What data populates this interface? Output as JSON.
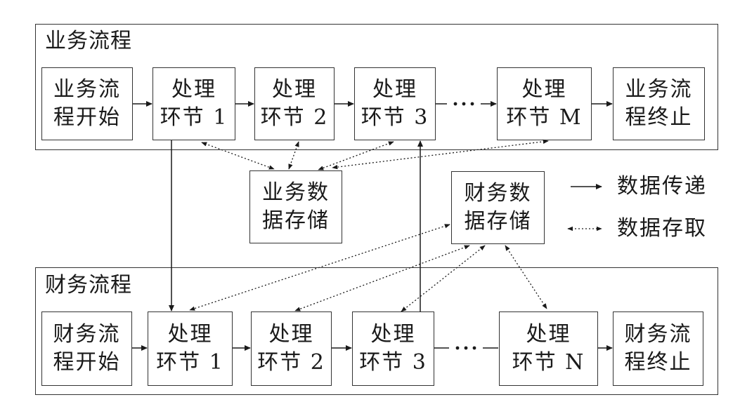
{
  "business": {
    "title": "业务流程",
    "start": [
      "业务流",
      "程开始"
    ],
    "step1": [
      "处理",
      "环节 1"
    ],
    "step2": [
      "处理",
      "环节 2"
    ],
    "step3": [
      "处理",
      "环节 3"
    ],
    "stepM": [
      "处理",
      "环节 M"
    ],
    "end": [
      "业务流",
      "程终止"
    ]
  },
  "finance": {
    "title": "财务流程",
    "start": [
      "财务流",
      "程开始"
    ],
    "step1": [
      "处理",
      "环节 1"
    ],
    "step2": [
      "处理",
      "环节 2"
    ],
    "step3": [
      "处理",
      "环节 3"
    ],
    "stepN": [
      "处理",
      "环节 N"
    ],
    "end": [
      "财务流",
      "程终止"
    ]
  },
  "stores": {
    "business": [
      "业务数",
      "据存储"
    ],
    "finance": [
      "财务数",
      "据存储"
    ]
  },
  "ellipsis": "⋯",
  "legend": {
    "transfer": "数据传递",
    "access": "数据存取"
  }
}
